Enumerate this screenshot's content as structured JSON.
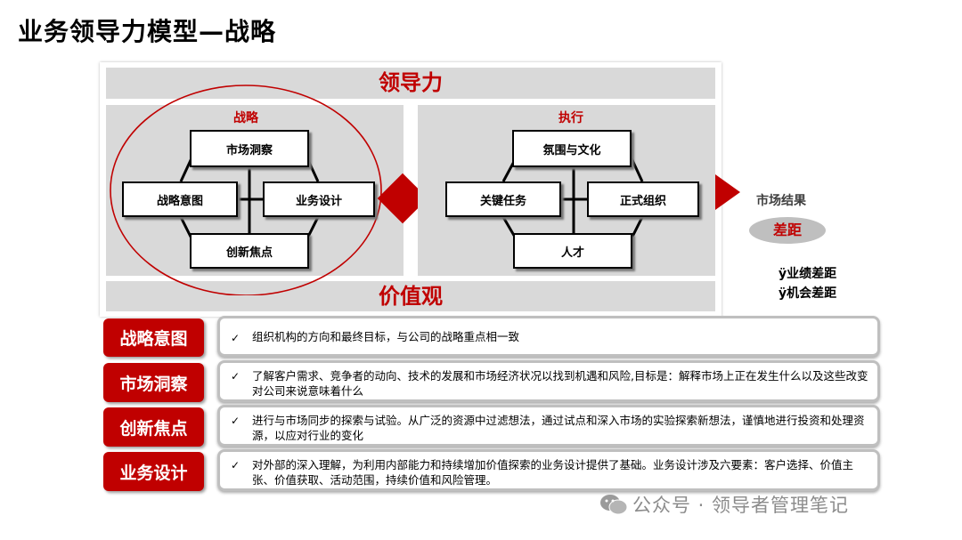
{
  "title": "业务领导力模型—战略",
  "top_band": "领导力",
  "bottom_band": "价值观",
  "strategy": {
    "label": "战略",
    "top": "市场洞察",
    "left": "战略意图",
    "right": "业务设计",
    "bottom": "创新焦点"
  },
  "execution": {
    "label": "执行",
    "top": "氛围与文化",
    "left": "关键任务",
    "right": "正式组织",
    "bottom": "人才"
  },
  "result": {
    "label": "市场结果",
    "gap": "差距",
    "items": [
      "ÿ业绩差距",
      "ÿ机会差距"
    ]
  },
  "rows": [
    {
      "tag": "战略意图",
      "check": "✓",
      "text": "组织机构的方向和最终目标，与公司的战略重点相一致"
    },
    {
      "tag": "市场洞察",
      "check": "✓",
      "text": "了解客户需求、竞争者的动向、技术的发展和市场经济状况以找到机遇和风险,目标是：解释市场上正在发生什么以及这些改变对公司来说意味着什么"
    },
    {
      "tag": "创新焦点",
      "check": "✓",
      "text": "进行与市场同步的探索与试验。从广泛的资源中过滤想法，通过试点和深入市场的实验探索新想法，谨慎地进行投资和处理资源，以应对行业的变化"
    },
    {
      "tag": "业务设计",
      "check": "✓",
      "text": "对外部的深入理解，为利用内部能力和持续增加价值探索的业务设计提供了基础。业务设计涉及六要素：客户选择、价值主张、价值获取、活动范围，持续价值和风险管理。"
    }
  ],
  "watermark": "公众号 · 领导者管理笔记",
  "colors": {
    "accent": "#c00000",
    "band": "#d9d9d9"
  }
}
